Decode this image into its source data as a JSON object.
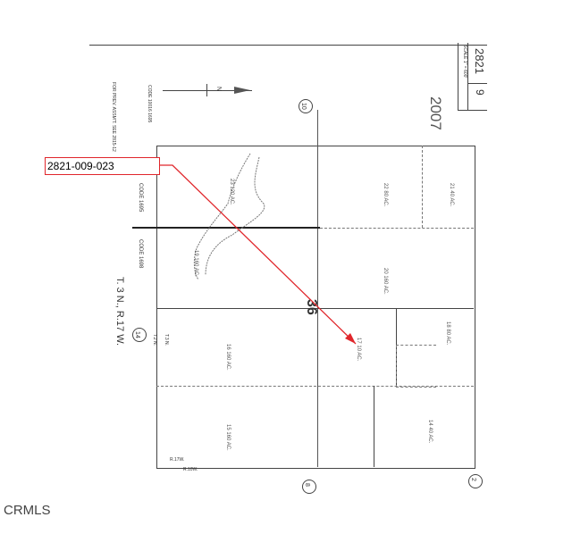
{
  "callout": {
    "apn": "2821-009-023",
    "color": "#e0262b"
  },
  "header": {
    "book": "2821",
    "page": "9",
    "scale": "SCALE 1\" = 600'",
    "year": "2007"
  },
  "notes": {
    "prev_assmt": "FOR PREV. ASSM'T. SEE 2815-12",
    "code_top": "CODE 10016 1695",
    "north": "N"
  },
  "codes": {
    "code_a": "CODE 1695",
    "code_b": "CODE 1698"
  },
  "township": {
    "main": "T. 3 N., R.17 W.",
    "t3n": "T.3 N.",
    "t2n": "T.2 N.",
    "r17w": "R.17W.",
    "r10w": "R.10W."
  },
  "sections": {
    "s10": "10",
    "s36": "36",
    "s14": "14",
    "s8": "8",
    "s2": "2"
  },
  "parcels": [
    {
      "num": "23",
      "area": "120 AC."
    },
    {
      "num": "22",
      "area": "80 AC."
    },
    {
      "num": "21",
      "area": "40 AC."
    },
    {
      "num": "20",
      "area": "160 AC."
    },
    {
      "num": "19",
      "area": "160 AC."
    },
    {
      "num": "18",
      "area": "80 AC."
    },
    {
      "num": "17",
      "area": "10 AC."
    },
    {
      "num": "16",
      "area": "160 AC."
    },
    {
      "num": "15",
      "area": "160 AC."
    },
    {
      "num": "14",
      "area": "40 AC."
    }
  ],
  "watermark": "CRMLS"
}
